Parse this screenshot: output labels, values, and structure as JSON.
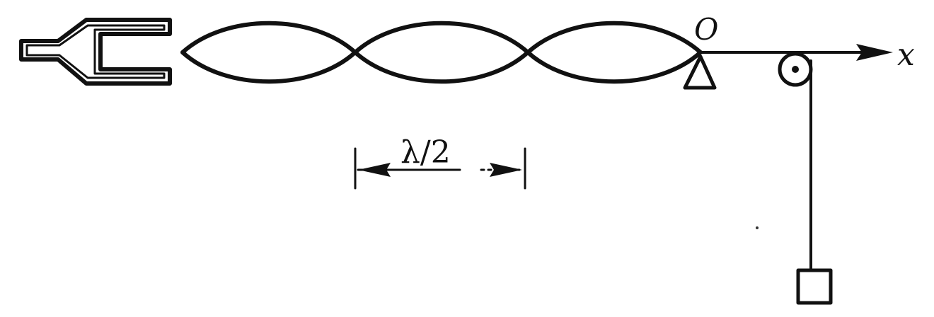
{
  "labels": {
    "origin": "O",
    "axis": "x",
    "half_wavelength": "λ/2"
  },
  "standing_wave": {
    "loops": 3
  },
  "colors": {
    "ink": "#111111",
    "background": "#ffffff"
  }
}
